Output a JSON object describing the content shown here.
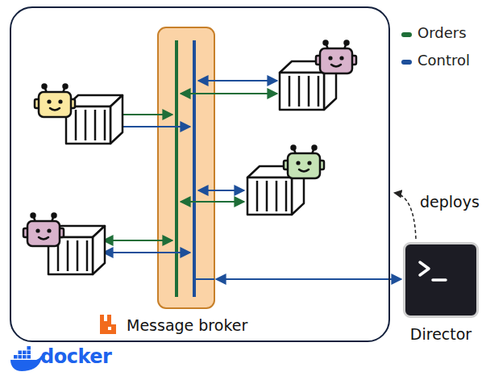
{
  "diagram": {
    "nodes": [
      {
        "text": [
          "docker"
        ]
      },
      {
        "text": [
          "Message broker"
        ],
        "in": 0
      },
      {
        "text": [
          "Director"
        ]
      }
    ],
    "edges": [
      {
        "from": 2,
        "to": 0,
        "arrow": "to",
        "label": "deploys"
      },
      {
        "from": 1,
        "to": 2,
        "arrow": "both"
      }
    ],
    "legend": [
      {
        "text": "Orders",
        "color": "#1e6e38"
      },
      {
        "text": "Control",
        "color": "#1d4f9a"
      }
    ]
  }
}
